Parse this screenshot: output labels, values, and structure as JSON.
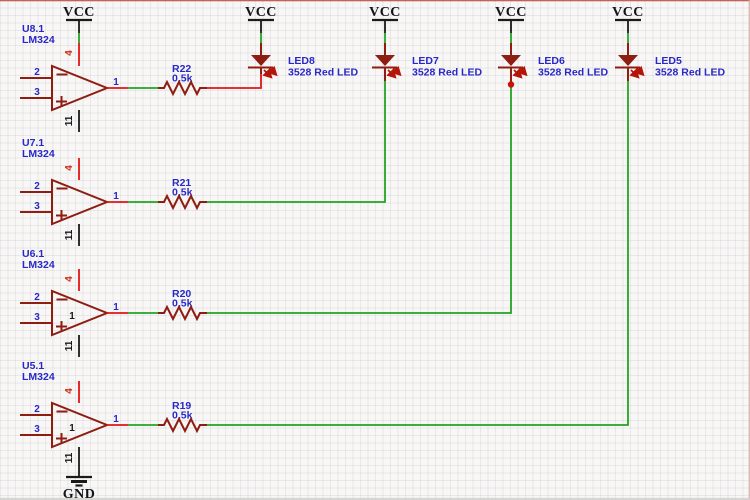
{
  "schematic": {
    "power_label": "VCC",
    "ground_label": "GND",
    "pins": {
      "out": "1",
      "inv": "2",
      "ni": "3",
      "vp": "4",
      "vm": "11"
    },
    "opamps": [
      {
        "ref": "U8.1",
        "part": "LM324"
      },
      {
        "ref": "U7.1",
        "part": "LM324"
      },
      {
        "ref": "U6.1",
        "part": "LM324",
        "inner": "1"
      },
      {
        "ref": "U5.1",
        "part": "LM324",
        "inner": "1"
      }
    ],
    "resistors": [
      {
        "ref": "R22",
        "value": "0.5k"
      },
      {
        "ref": "R21",
        "value": "0.5k"
      },
      {
        "ref": "R20",
        "value": "0.5k"
      },
      {
        "ref": "R19",
        "value": "0.5k"
      }
    ],
    "leds": [
      {
        "ref": "LED8",
        "part": "3528 Red LED"
      },
      {
        "ref": "LED7",
        "part": "3528 Red LED"
      },
      {
        "ref": "LED6",
        "part": "3528 Red LED"
      },
      {
        "ref": "LED5",
        "part": "3528 Red LED"
      }
    ],
    "colors": {
      "symbol_maroon": "#8e1d12",
      "wire_green": "#23a323",
      "wire_red": "#e21414",
      "label_blue": "#2828c8",
      "pin4_label_red": "#d03018",
      "power_black": "#1a1a1a"
    }
  }
}
